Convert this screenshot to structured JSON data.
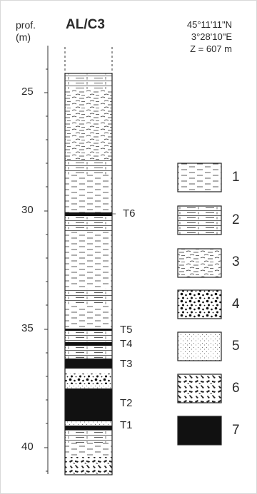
{
  "header": {
    "depth_label_line1": "prof.",
    "depth_label_line2": "(m)",
    "core_id": "AL/C3",
    "latitude": "45°11'11\"N",
    "longitude": "3°28'10\"E",
    "altitude": "Z = 607 m"
  },
  "depth_axis": {
    "ticks": [
      "25",
      "30",
      "35",
      "40"
    ]
  },
  "layer_markers": [
    "T6",
    "T5",
    "T4",
    "T3",
    "T2",
    "T1"
  ],
  "legend": [
    {
      "number": "1",
      "pattern": "dashed-laminated"
    },
    {
      "number": "2",
      "pattern": "laminated-with-ticks"
    },
    {
      "number": "3",
      "pattern": "wavy-dashed"
    },
    {
      "number": "4",
      "pattern": "coarse-dots"
    },
    {
      "number": "5",
      "pattern": "fine-stipple"
    },
    {
      "number": "6",
      "pattern": "chip-fragments"
    },
    {
      "number": "7",
      "pattern": "solid-black"
    }
  ],
  "colors": {
    "ink": "#1a1a1a",
    "frame": "#d9d9d9",
    "fill_black": "#111111"
  }
}
